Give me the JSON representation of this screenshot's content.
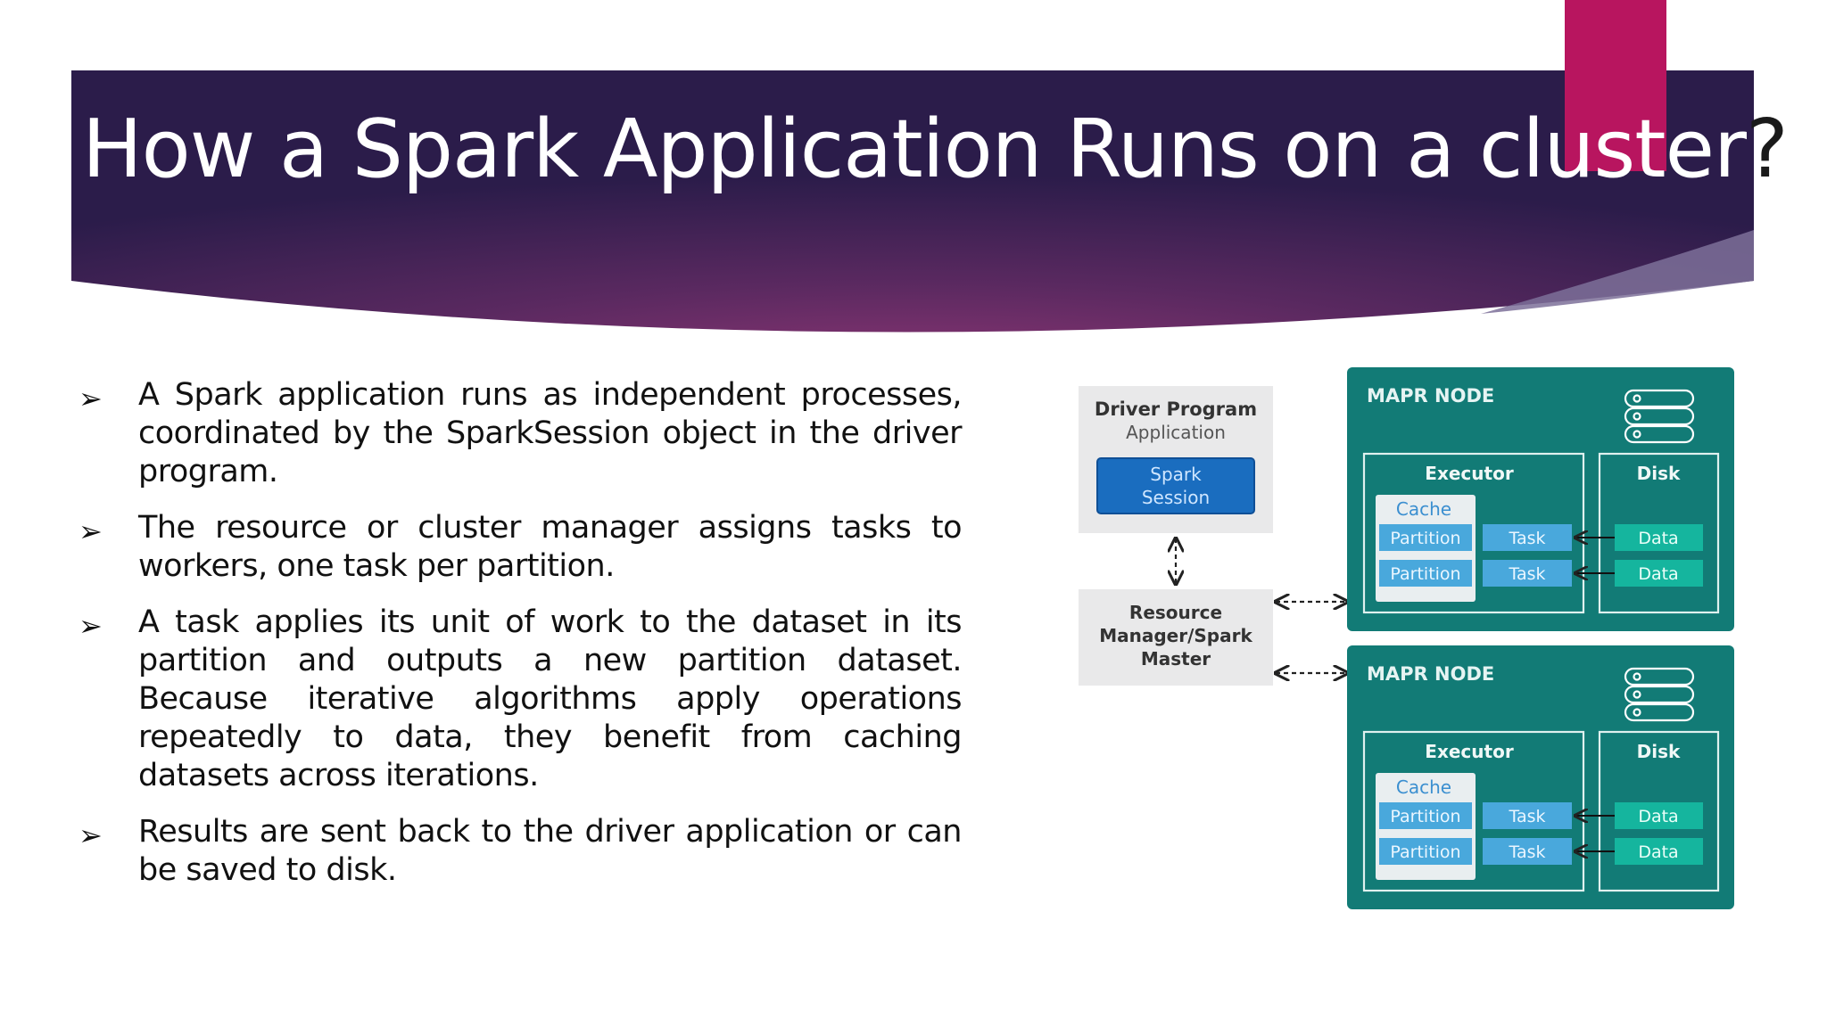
{
  "slide": {
    "title_main": "How a Spark Application Runs on a cluster",
    "title_end": "?",
    "bullet_glyph": "➢",
    "bullets": [
      "A Spark application runs as independent processes, coordinated by the SparkSession object in the driver program.",
      "The resource or cluster manager assigns tasks to workers, one task per partition.",
      "A task applies its unit of work to the dataset in its partition and outputs a new partition dataset. Because iterative algorithms apply operations repeatedly to data, they benefit from caching datasets across iterations.",
      "Results are sent back to the driver application or can be saved to disk."
    ]
  },
  "diagram": {
    "driver": {
      "title": "Driver Program",
      "subtitle": "Application",
      "session_line1": "Spark",
      "session_line2": "Session"
    },
    "resource_manager": {
      "line1": "Resource",
      "line2": "Manager/Spark",
      "line3": "Master"
    },
    "nodes": [
      {
        "label": "MAPR NODE",
        "executor": "Executor",
        "disk": "Disk",
        "cache": "Cache",
        "partitions": [
          "Partition",
          "Partition"
        ],
        "tasks": [
          "Task",
          "Task"
        ],
        "data": [
          "Data",
          "Data"
        ]
      },
      {
        "label": "MAPR NODE",
        "executor": "Executor",
        "disk": "Disk",
        "cache": "Cache",
        "partitions": [
          "Partition",
          "Partition"
        ],
        "tasks": [
          "Task",
          "Task"
        ],
        "data": [
          "Data",
          "Data"
        ]
      }
    ]
  },
  "colors": {
    "banner_dark": "#2b1c4a",
    "banner_mid": "#6a2c64",
    "accent": "#b8155f",
    "node_teal": "#127b76",
    "task_blue": "#49a8dc",
    "data_green": "#15b59e",
    "session_blue": "#1a6dbf"
  }
}
